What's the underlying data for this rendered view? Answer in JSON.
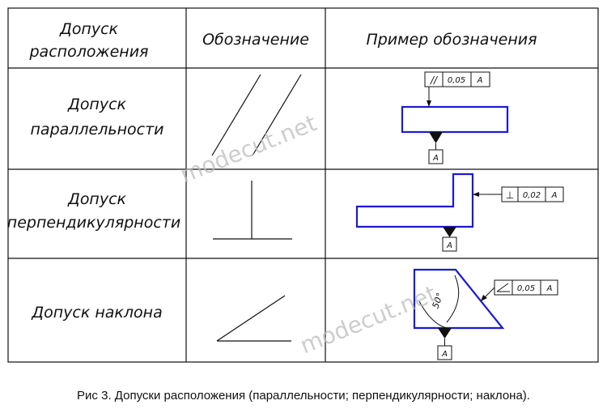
{
  "table": {
    "headers": [
      "Допуск расположения",
      "Обозначение",
      "Пример обозначения"
    ],
    "header_col1_lines": [
      "Допуск",
      "расположения"
    ],
    "rows": [
      {
        "name_lines": [
          "Допуск",
          "параллельности"
        ],
        "frame": {
          "symbol": "//",
          "value": "0,05",
          "datum": "A"
        },
        "datum_box": "A"
      },
      {
        "name_lines": [
          "Допуск",
          "перпендикулярности"
        ],
        "frame": {
          "symbol": "⊥",
          "value": "0,02",
          "datum": "A"
        },
        "datum_box": "A"
      },
      {
        "name_lines": [
          "Допуск наклона"
        ],
        "frame": {
          "symbol": "∠",
          "value": "0,05",
          "datum": "A"
        },
        "datum_box": "A",
        "angle_label": "50°"
      }
    ]
  },
  "watermark": "modecut.net",
  "caption": "Рис 3. Допуски расположения (параллельности; перпендикулярности; наклона).",
  "colors": {
    "part_outline": "#1a1ad6",
    "lines": "#111111",
    "watermark": "#c8c8c8"
  }
}
